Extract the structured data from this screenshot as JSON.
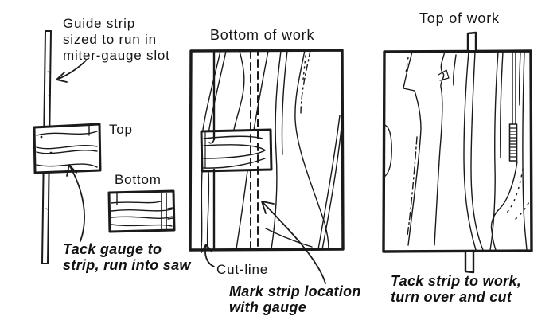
{
  "diagram": {
    "left": {
      "guide_strip_note": "Guide strip\nsized to run in\nmiter-gauge slot",
      "top_label": "Top",
      "bottom_label": "Bottom",
      "tack_gauge_note": "Tack gauge to\nstrip, run into saw"
    },
    "middle": {
      "title": "Bottom of work",
      "cut_line_label": "Cut-line",
      "mark_strip_note": "Mark strip location\nwith gauge"
    },
    "right": {
      "title": "Top of work",
      "tack_strip_note": "Tack strip to work,\nturn over and cut"
    },
    "colors": {
      "ink": "#1a1a1a",
      "paper": "#ffffff"
    }
  }
}
